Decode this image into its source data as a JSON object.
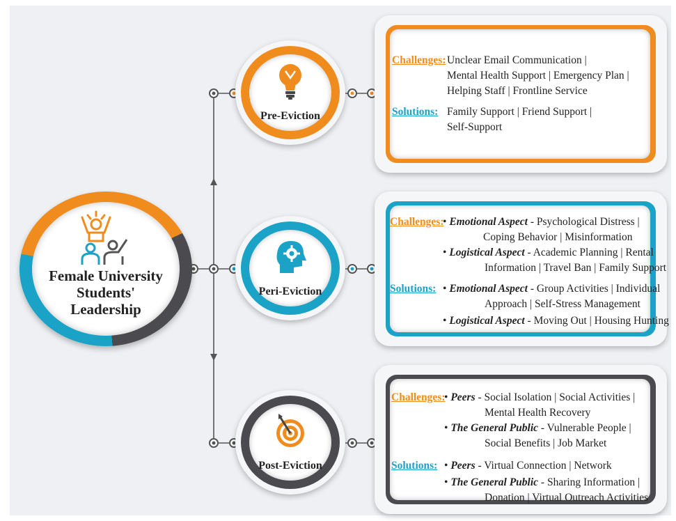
{
  "colors": {
    "orange": "#f08c1e",
    "teal": "#1aa3c7",
    "dark": "#4a4a4f",
    "background": "#eef0f3"
  },
  "hub": {
    "title_lines": [
      "Female University",
      "Students'",
      "Leadership"
    ],
    "icon": "leadership-people-icon"
  },
  "stages": [
    {
      "label": "Pre-Eviction",
      "icon": "lightbulb-icon",
      "challenges_label": "Challenges:",
      "challenges_lines": [
        "Unclear Email Communication |",
        "Mental Health Support  |  Emergency Plan |",
        "Helping Staff  |  Frontline Service"
      ],
      "solutions_label": "Solutions:",
      "solutions_lines": [
        "Family Support  | Friend Support |",
        "Self-Support"
      ]
    },
    {
      "label": "Peri-Eviction",
      "icon": "head-gear-icon",
      "challenges_label": "Challenges:",
      "challenges_items": [
        {
          "bullet": "•",
          "term": "Emotional Aspect",
          "line1": " - Psychological Distress |",
          "line2": "Coping Behavior | Misinformation"
        },
        {
          "bullet": "•",
          "term": "Logistical Aspect",
          "line1": " - Academic Planning | Rental",
          "line2": "Information | Travel Ban | Family Support"
        }
      ],
      "solutions_label": "Solutions:",
      "solutions_items": [
        {
          "bullet": "•",
          "term": "Emotional Aspect",
          "line1": " - Group Activities | Individual",
          "line2": "Approach | Self-Stress Management"
        },
        {
          "bullet": "•",
          "term": "Logistical Aspect",
          "line1": " - Moving Out | Housing Hunting"
        }
      ]
    },
    {
      "label": "Post-Eviction",
      "icon": "target-dart-icon",
      "challenges_label": "Challenges:",
      "challenges_items": [
        {
          "bullet": "•",
          "term": "Peers",
          "line1": " - Social Isolation  |  Social Activities |",
          "line2": "Mental Health Recovery"
        },
        {
          "bullet": "•",
          "term": "The General Public",
          "line1": " - Vulnerable People |",
          "line2": "Social Benefits  |  Job Market"
        }
      ],
      "solutions_label": "Solutions:",
      "solutions_items": [
        {
          "bullet": "•",
          "term": "Peers",
          "line1": " - Virtual Connection | Network"
        },
        {
          "bullet": "•",
          "term": "The General Public",
          "line1": " - Sharing Information  |",
          "line2": "Donation  |  Virtual Outreach Activities"
        }
      ]
    }
  ]
}
